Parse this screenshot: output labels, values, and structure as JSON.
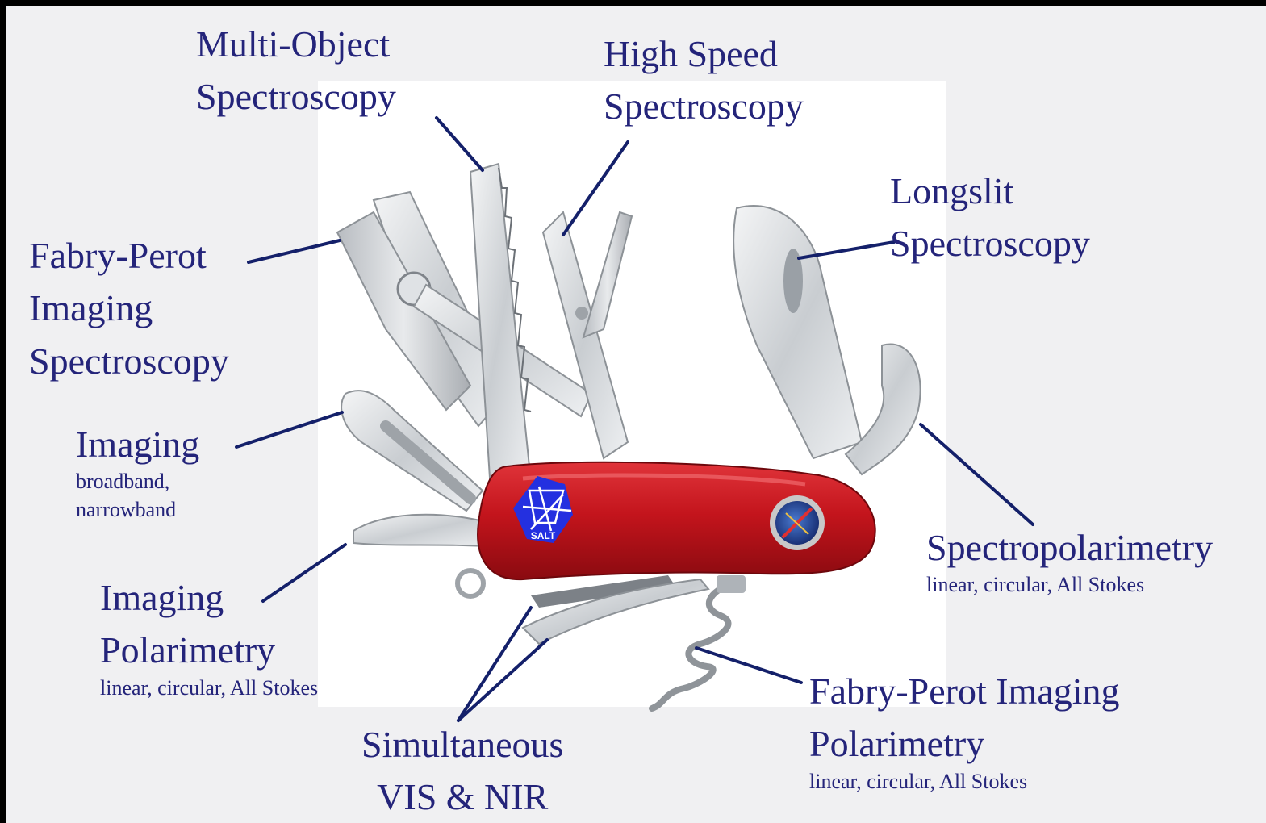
{
  "colors": {
    "label": "#24247a",
    "leader": "#14206a",
    "handle": "#c3141c",
    "steel": "#d4d7da",
    "background": "#f0f0f2",
    "frame": "#000000",
    "logo_blue": "#2430e0"
  },
  "labels": {
    "multi_object": {
      "title": "Multi-Object\nSpectroscopy"
    },
    "high_speed": {
      "title": "High Speed\nSpectroscopy"
    },
    "longslit": {
      "title": "Longslit\nSpectroscopy"
    },
    "fabry_perot_imaging_spectroscopy": {
      "title": "Fabry-Perot\nImaging\nSpectroscopy"
    },
    "imaging": {
      "title": "Imaging",
      "sub": "broadband,\nnarrowband"
    },
    "imaging_polarimetry": {
      "title": "Imaging\nPolarimetry",
      "sub": "linear, circular, All Stokes"
    },
    "spectropolarimetry": {
      "title": "Spectropolarimetry",
      "sub": "linear, circular, All Stokes"
    },
    "simultaneous": {
      "title": "Simultaneous\nVIS & NIR"
    },
    "fabry_perot_imaging_polarimetry": {
      "title": "Fabry-Perot Imaging\nPolarimetry",
      "sub": "linear, circular, All Stokes"
    }
  },
  "logos": {
    "left": {
      "text": "SALT",
      "icon": "salt-telescope-logo"
    },
    "right": {
      "icon": "telescope-emblem-badge"
    }
  }
}
